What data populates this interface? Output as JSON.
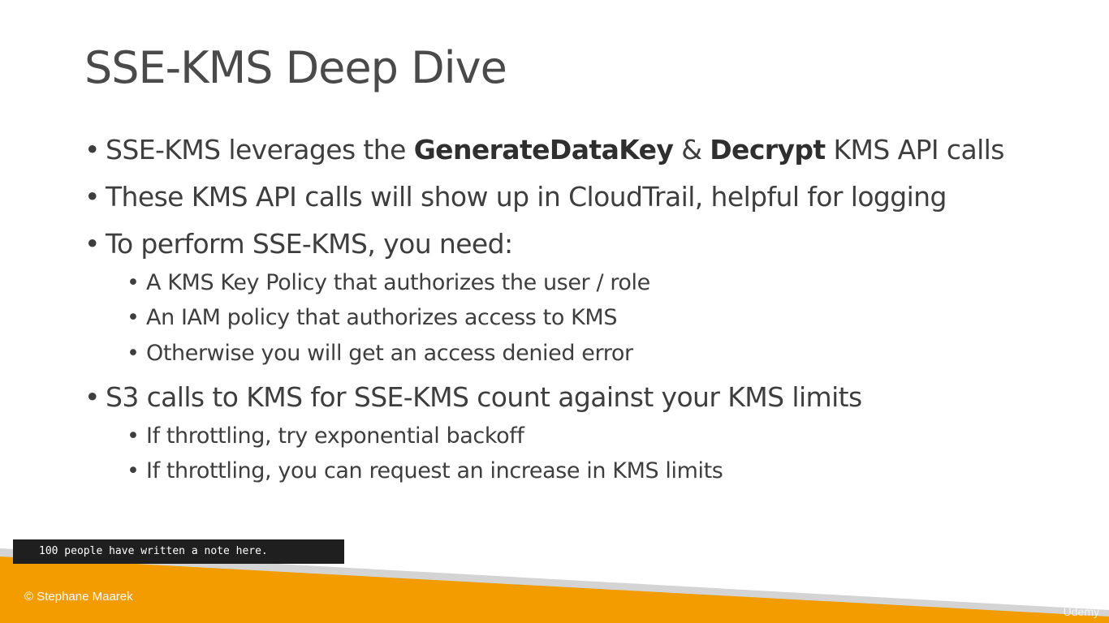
{
  "slide": {
    "title": "SSE-KMS Deep Dive",
    "bullet_char": "•",
    "bullets": [
      {
        "parts": [
          {
            "text": "SSE-KMS leverages the ",
            "bold": false
          },
          {
            "text": "GenerateDataKey",
            "bold": true
          },
          {
            "text": " & ",
            "bold": false
          },
          {
            "text": "Decrypt",
            "bold": true
          },
          {
            "text": " KMS API calls",
            "bold": false
          }
        ]
      },
      {
        "text": "These KMS API calls will show up in CloudTrail, helpful for logging"
      },
      {
        "text": "To perform SSE-KMS, you need:"
      },
      {
        "text": "A KMS Key Policy that authorizes the user / role"
      },
      {
        "text": "An IAM policy that authorizes access to KMS"
      },
      {
        "text": "Otherwise you will get an access denied error"
      },
      {
        "text": "S3 calls to KMS for SSE-KMS count against your KMS limits"
      },
      {
        "text": "If throttling, try exponential backoff"
      },
      {
        "text": "If throttling, you can request an increase in KMS limits"
      }
    ]
  },
  "notes_banner": {
    "text": "100 people have written a note here."
  },
  "footer": {
    "copyright": "© Stephane Maarek",
    "watermark": "Udemy"
  },
  "colors": {
    "title": "#4a4a4a",
    "body_text": "#3e3e3e",
    "footer_orange": "#f29c00",
    "footer_gray": "#c8c8c8",
    "banner_bg": "#1f1f1f"
  }
}
